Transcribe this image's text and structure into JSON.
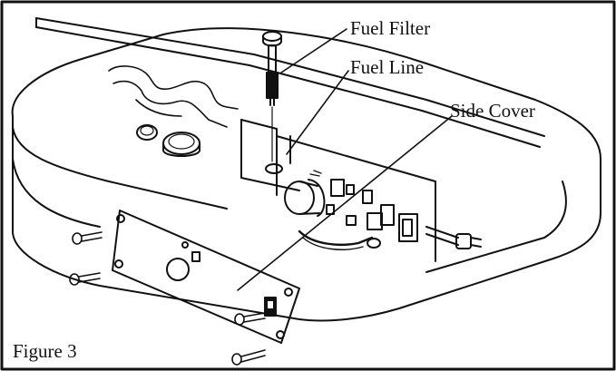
{
  "labels": {
    "fuel_filter": "Fuel Filter",
    "fuel_line": "Fuel Line",
    "side_cover": "Side Cover"
  },
  "figure_caption": "Figure 3"
}
